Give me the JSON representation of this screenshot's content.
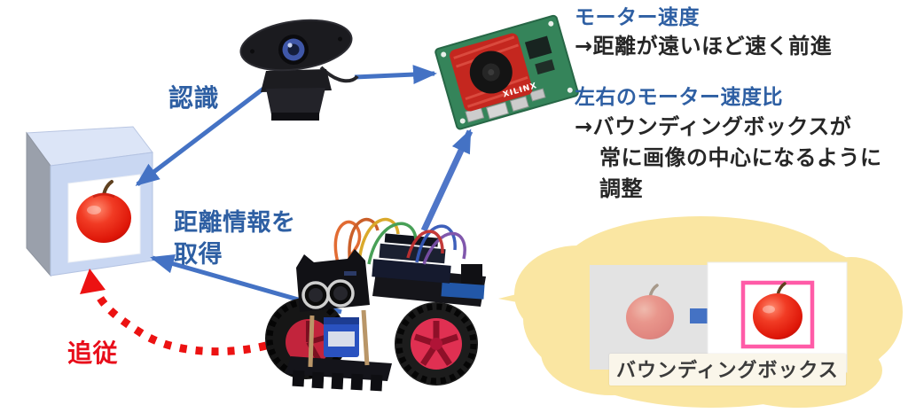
{
  "diagram": {
    "title_context": "robot-apple-tracking-system-diagram",
    "labels": {
      "recognition": "認識",
      "distance_line1": "距離情報を",
      "distance_line2": "取得",
      "follow": "追従"
    },
    "annotations": {
      "motor_speed_title": "モーター速度",
      "motor_speed_desc": "→距離が遠いほど速く前進",
      "motor_ratio_title": "左右のモーター速度比",
      "motor_ratio_desc_line1": "→バウンディングボックスが",
      "motor_ratio_desc_line2": "常に画像の中心になるように",
      "motor_ratio_desc_line3": "調整"
    },
    "bubble": {
      "caption": "バウンディングボックス"
    },
    "board": {
      "brand": "XILINX"
    },
    "icons": [
      "webcam",
      "fpga-board",
      "robot-car",
      "target-cube",
      "apple-image",
      "blue-arrow",
      "red-dotted-follow-arrow",
      "speech-bubble",
      "bounding-box-frame"
    ],
    "colors": {
      "blue_text": "#2e5fa3",
      "arrow_blue": "#4472c4",
      "follow_red": "#e80d1a",
      "bubble_yellow": "#fae6a2",
      "bbox_pink": "#ff5ba7",
      "body_text": "#262626",
      "pcb_green": "#35845a",
      "heatsink_red": "#c4271f"
    }
  }
}
